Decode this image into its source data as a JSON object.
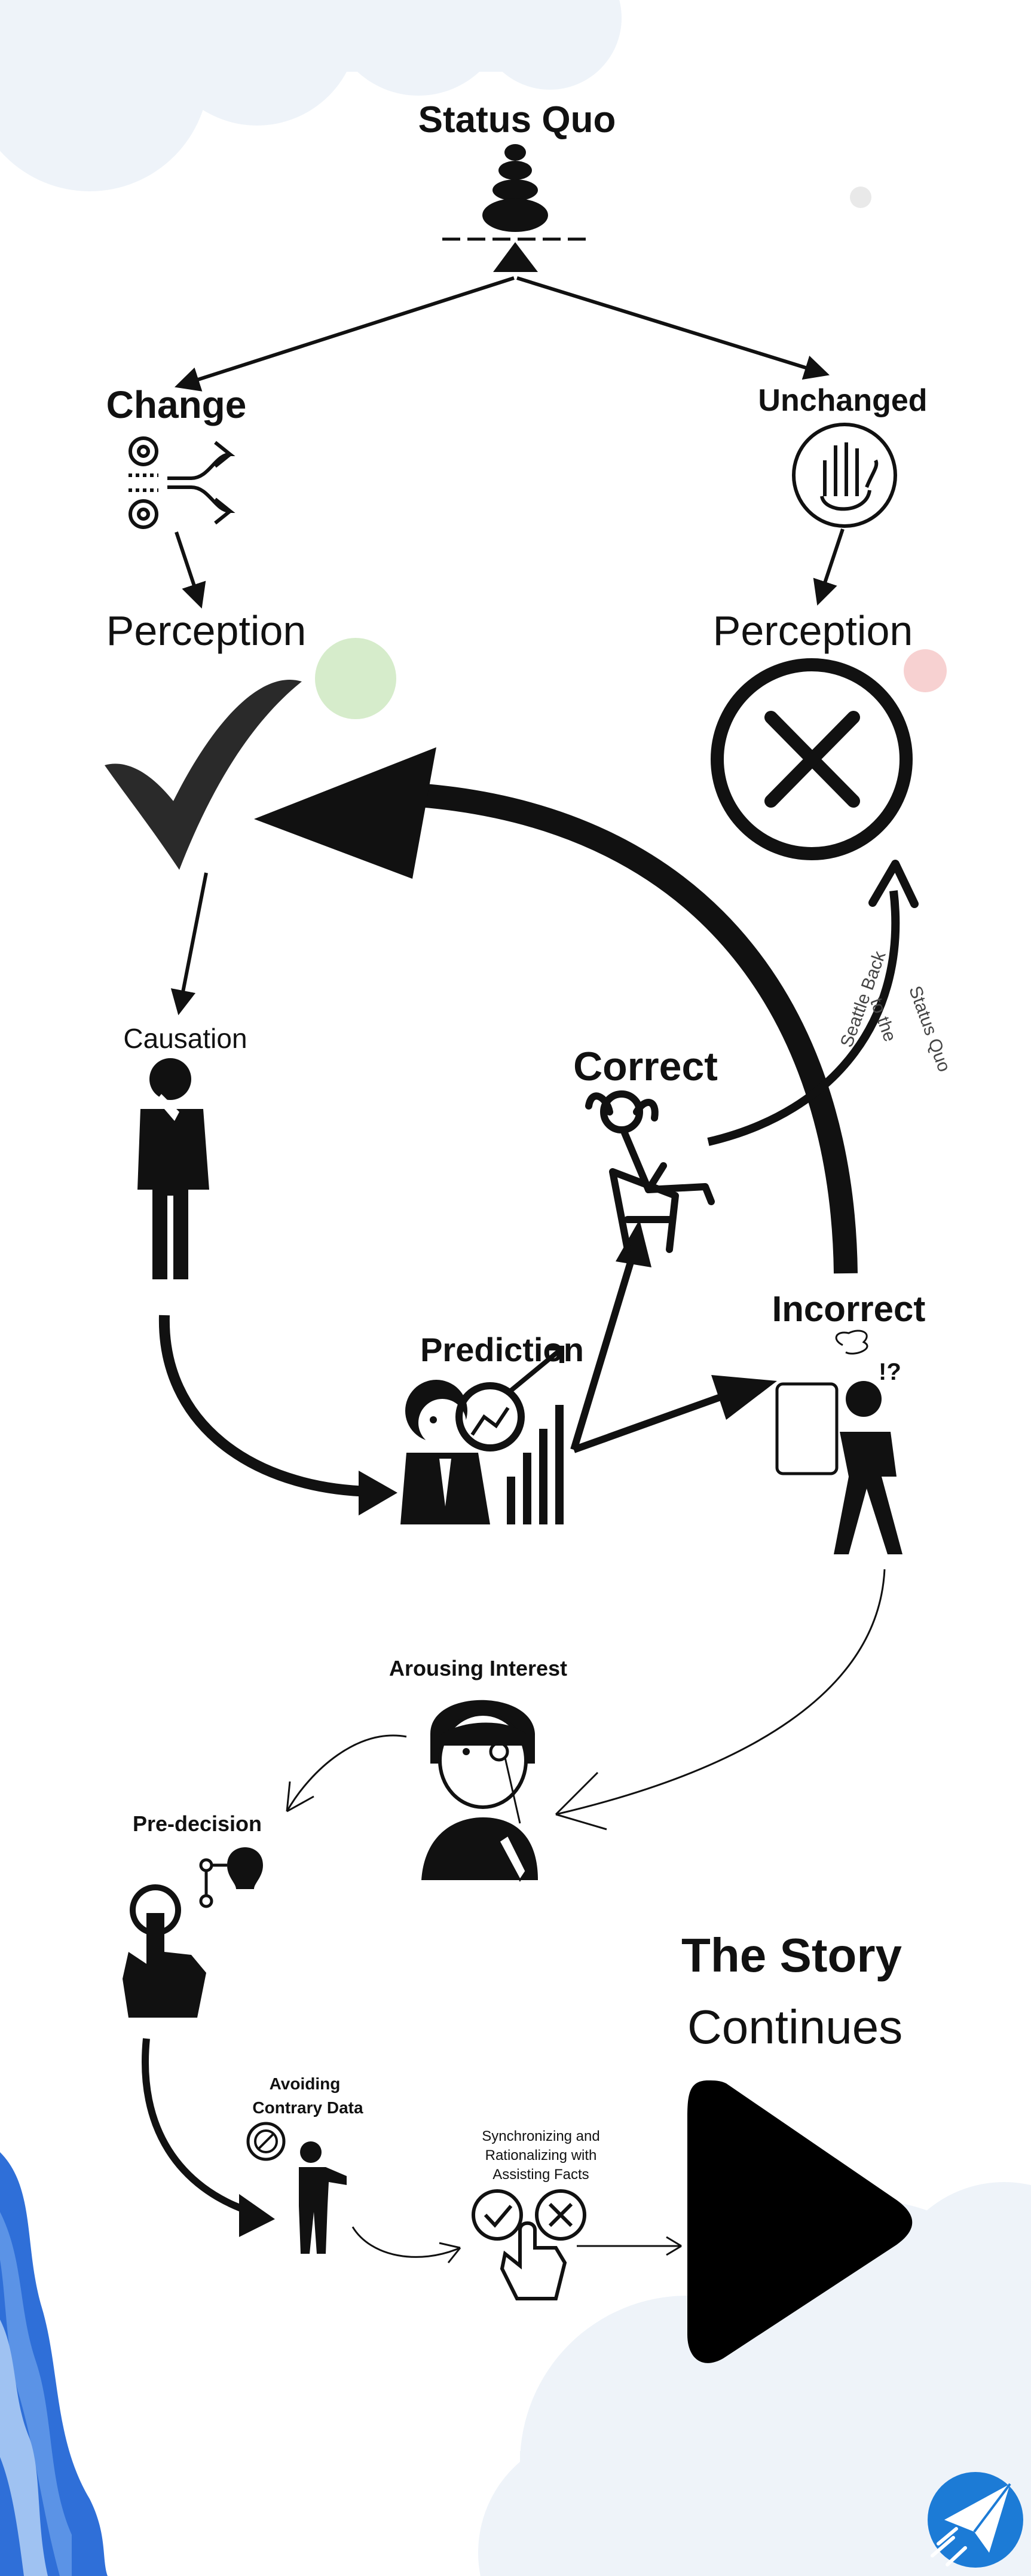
{
  "nodes": {
    "status_quo": "Status Quo",
    "change": "Change",
    "unchanged": "Unchanged",
    "perception_left": "Perception",
    "perception_right": "Perception",
    "causation": "Causation",
    "correct": "Correct",
    "prediction": "Prediction",
    "incorrect": "Incorrect",
    "seattle_back": "Seattle Back",
    "to_the": "to the",
    "status_quo_small": "Status Quo",
    "arousing_interest": "Arousing Interest",
    "pre_decision": "Pre-decision",
    "avoiding": "Avoiding",
    "contrary_data": "Contrary Data",
    "sync_line1": "Synchronizing and",
    "sync_line2": "Rationalizing with",
    "sync_line3": "Assisting Facts",
    "story_line1": "The Story",
    "story_line2": "Continues"
  },
  "colors": {
    "ink": "#111111",
    "cloud": "#eef3f9",
    "wave_blue": "#2f6fd8",
    "logo_blue": "#1c7bd6",
    "green_dot": "#cfe9c2",
    "red_dot": "#f6c9c9"
  },
  "icons": {
    "status_quo": "balanced-stones-icon",
    "change": "gears-shuffle-icon",
    "unchanged": "stop-hand-icon",
    "perception_yes": "checkmark-icon",
    "perception_no": "cross-circle-icon",
    "causation": "thinking-person-icon",
    "correct": "relaxed-person-chair-icon",
    "prediction": "analyst-chart-icon",
    "incorrect": "confused-person-icon",
    "arousing_interest": "monocle-person-icon",
    "pre_decision": "hand-choice-icon",
    "avoiding": "person-avoiding-icon",
    "sync": "hand-check-cross-icon",
    "play": "play-triangle-icon",
    "logo": "paper-plane-logo-icon"
  }
}
